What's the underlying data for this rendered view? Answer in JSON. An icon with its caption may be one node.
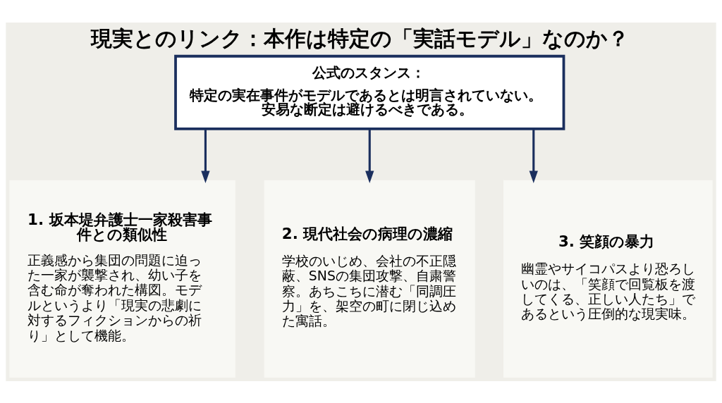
{
  "diagram": {
    "title": "現実とのリンク：本作は特定の「実話モデル」なのか？",
    "nodes": [
      {
        "text": [
          "公式のスタンス：",
          "特定の実在事件がモデルであるとは明言されていない。安易な断定は避けるべきである。"
        ]
      },
      {
        "text": [
          "1. 坂本堤弁護士一家殺害事件との類似性",
          "正義感から集団の問題に迫った一家が襲撃され、幼い子を含む命が奪われた構図。モデルというより「現実の悲劇に対するフィクションからの祈り」として機能。"
        ]
      },
      {
        "text": [
          "2. 現代社会の病理の濃縮",
          "学校のいじめ、会社の不正隠蔽、SNSの集団攻撃、自粛警察。あちこちに潜む「同調圧力」を、架空の町に閉じ込めた寓話。"
        ]
      },
      {
        "text": [
          "3. 笑顔の暴力",
          "幽霊やサイコパスより恐ろしいのは、「笑顔で回覧板を渡してくる、正しい人たち」であるという圧倒的な現実味。"
        ]
      }
    ],
    "edges": [
      {
        "from": 0,
        "to": 1,
        "arrow": "to"
      },
      {
        "from": 0,
        "to": 2,
        "arrow": "to"
      },
      {
        "from": 0,
        "to": 3,
        "arrow": "to"
      }
    ]
  }
}
